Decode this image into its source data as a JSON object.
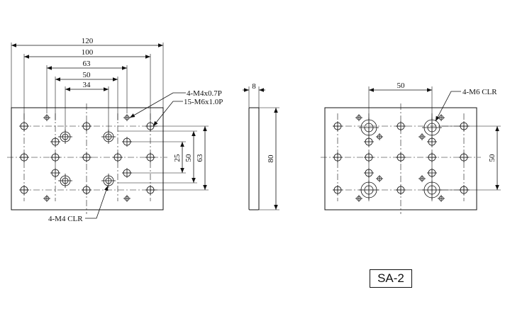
{
  "front_view": {
    "dimensions_horizontal": [
      "120",
      "100",
      "63",
      "50",
      "34"
    ],
    "dimensions_vertical": [
      "25",
      "50",
      "63"
    ],
    "callouts": {
      "m4_tapped": "4-M4x0.7P",
      "m6_tapped": "15-M6x1.0P",
      "m4_clearance": "4-M4 CLR"
    }
  },
  "side_view": {
    "thickness": "8",
    "height": "80"
  },
  "back_view": {
    "dimension_horizontal": "50",
    "dimension_vertical": "50",
    "callout_m6_clearance": "4-M6 CLR"
  },
  "model_label": "SA-2"
}
